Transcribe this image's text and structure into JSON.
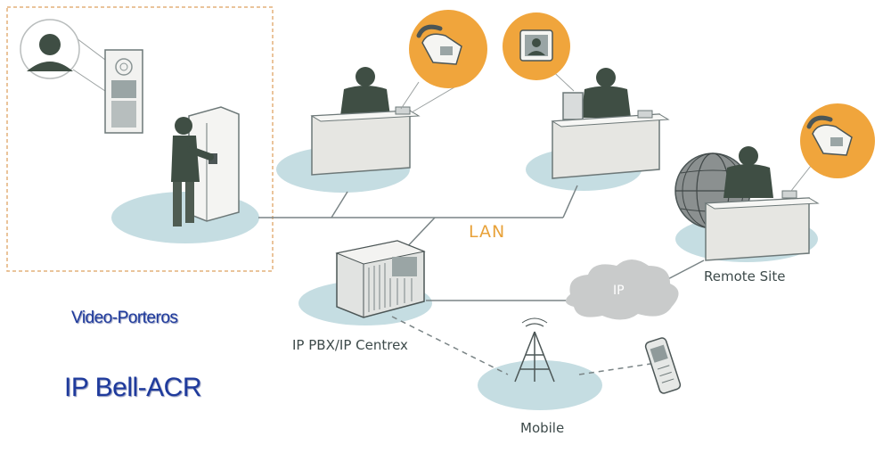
{
  "labels": {
    "lan": "LAN",
    "ip_cloud": "IP",
    "remote_site": "Remote Site",
    "pbx": "IP PBX/IP Centrex",
    "mobile": "Mobile"
  },
  "brand": {
    "line1": "Video-Porteros",
    "line2": "IP Bell-ACR"
  },
  "colors": {
    "ellipse": "#c5dde2",
    "accent": "#f0a53c",
    "figure": "#3f4e44",
    "desk": "#e6e6e2",
    "line": "#7a8486",
    "brand": "#1e3a9c"
  },
  "icons": [
    "visitor-avatar-icon",
    "intercom-panel-icon",
    "desk-phone-icon",
    "video-call-icon",
    "globe-icon",
    "cloud-icon",
    "tower-icon",
    "mobile-phone-icon",
    "pbx-server-icon"
  ]
}
